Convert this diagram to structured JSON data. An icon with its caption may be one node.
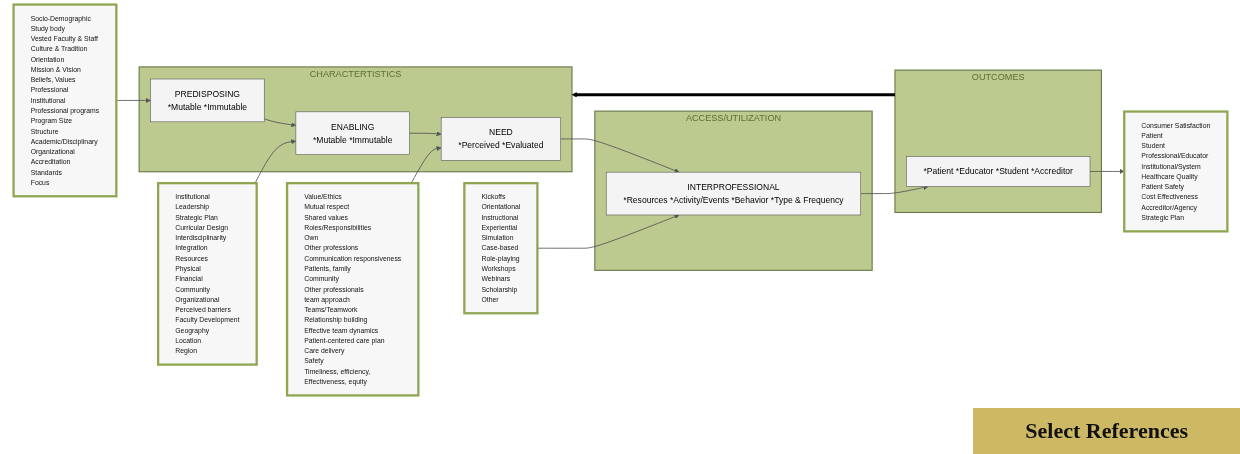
{
  "diagram": {
    "nodes": [
      {
        "text": [
          "CHARACTERTISTICS"
        ]
      },
      {
        "text": [
          "PREDISPOSING",
          "*Mutable *Immutable"
        ],
        "in": 0
      },
      {
        "text": [
          "ENABLING",
          "*Mutable *Immutable"
        ],
        "in": 0
      },
      {
        "text": [
          "NEED",
          "*Perceived *Evaluated"
        ],
        "in": 0
      },
      {
        "text": [
          "ACCESS/UTILIZATION"
        ]
      },
      {
        "text": [
          "INTERPROFESSIONAL",
          "*Resources *Activity/Events *Behavior *Type & Frequency"
        ],
        "in": 4
      },
      {
        "text": [
          "OUTCOMES"
        ]
      },
      {
        "text": [
          "*Patient *Educator *Student *Accreditor"
        ],
        "in": 6
      },
      {
        "text": [
          "Socio-Demographic",
          "Study body",
          "Vested Faculty & Staff",
          "Culture & Tradition",
          "Orientation",
          "Mission & Vision",
          "Beliefs, Values",
          "Professional",
          "Institutional",
          "Professional programs",
          "Program Size",
          "Structure",
          "Academic/Disciplinary",
          "Organizational",
          "Accreditation",
          "Standards",
          "Focus"
        ]
      },
      {
        "text": [
          "Institutional",
          "Leadership",
          "Strategic Plan",
          "Curricular Design",
          "Interdisciplinarity",
          "Integration",
          "Resources",
          "Physical",
          "Financial",
          "Community",
          "Organizational",
          "Perceived barriers",
          "Faculty Development",
          "Geography",
          "Location",
          "Region"
        ]
      },
      {
        "text": [
          "Value/Ethics",
          "Mutual respect",
          "Shared values",
          "Roles/Responsibilities",
          "Own",
          "Other professions",
          "Communication responsiveness",
          "Patients, family",
          "Community",
          "Other professionals",
          "team approach",
          "Teams/Teamwork",
          "Relationship building",
          "Effective team dynamics",
          "Patient-centered care plan",
          "Care delivery",
          "Safety",
          "Timeliness, efficiency,",
          "Effectiveness, equity"
        ]
      },
      {
        "text": [
          "Kickoffs",
          "Orientational",
          "Instructional",
          "Experiential",
          "Simulation",
          "Case-based",
          "Role-playing",
          "Workshops",
          "Webinars",
          "Scholarship",
          "Other"
        ]
      },
      {
        "text": [
          "Consumer Satisfaction",
          "Patient",
          "Student",
          "Professional/Educator",
          "Institutional/System",
          "Healthcare Quality",
          "Patient Safety",
          "Cost Effectiveness",
          "Accreditor/Agency",
          "Strategic Plan"
        ]
      }
    ],
    "edges": [
      {
        "from": 1,
        "to": 2,
        "arrow": "to"
      },
      {
        "from": 2,
        "to": 3,
        "arrow": "to"
      },
      {
        "from": 3,
        "to": 5,
        "arrow": "to"
      },
      {
        "from": 5,
        "to": 7,
        "arrow": "to"
      },
      {
        "from": 8,
        "to": 1,
        "arrow": "to"
      },
      {
        "from": 9,
        "to": 2,
        "arrow": "to"
      },
      {
        "from": 10,
        "to": 3,
        "arrow": "to"
      },
      {
        "from": 11,
        "to": 5,
        "arrow": "to"
      },
      {
        "from": 7,
        "to": 12,
        "arrow": "to"
      },
      {
        "from": 6,
        "to": 0,
        "arrow": "to",
        "style": "thick",
        "color": "#000000"
      }
    ],
    "labels": [
      "Select References"
    ]
  }
}
